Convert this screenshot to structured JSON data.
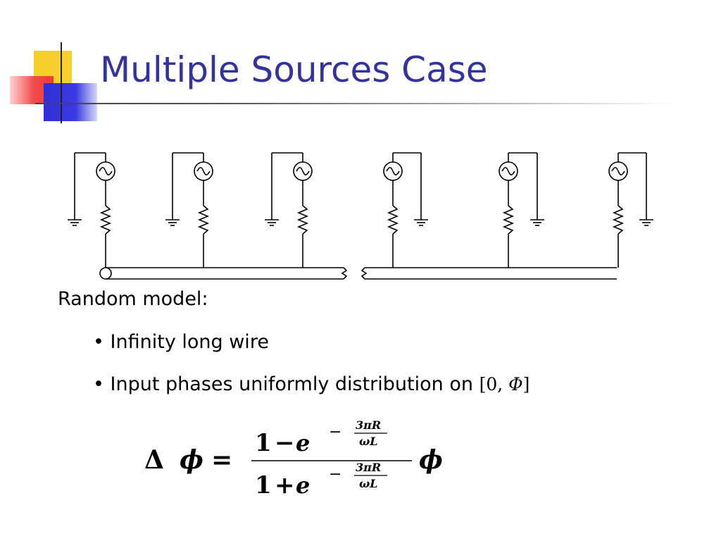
{
  "slide": {
    "title": "Multiple Sources Case"
  },
  "diagram": {
    "source_symbol": "~"
  },
  "content": {
    "intro": "Random model:",
    "bullets": [
      {
        "marker": "•",
        "text": "Infinity long wire"
      },
      {
        "marker": "•",
        "text": "Input phases uniformly distribution on",
        "math_open": "[0, ",
        "math_symbol": "Φ",
        "math_close": "]"
      }
    ]
  },
  "formula": {
    "lhs_delta": "Δ",
    "lhs_phi": "ϕ",
    "equals": "=",
    "num_one": "1",
    "num_op": "−",
    "e": "e",
    "minus": "−",
    "exp_num": "3πR",
    "exp_den": "ωL",
    "den_one": "1",
    "den_op": "+",
    "rhs_phi": "ϕ"
  }
}
